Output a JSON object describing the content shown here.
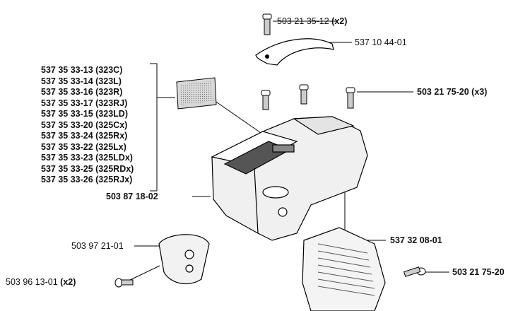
{
  "labels": {
    "screw_top": {
      "number": "503 21 35-12",
      "qty": "(x2)"
    },
    "bracket": {
      "number": "537 10 44-01"
    },
    "screws_right": {
      "number": "503 21 75-20",
      "qty": "(x3)"
    },
    "cover": {
      "number": "503 87 18-02"
    },
    "shroud": {
      "number": "537 32 08-01"
    },
    "cup": {
      "number": "503 97 21-01"
    },
    "screw_bottom_left": {
      "number": "503 96 13-01",
      "qty": "(x2)"
    },
    "screw_bottom_right": {
      "number": "503 21 75-20"
    }
  },
  "decal_parts": [
    "537 35 33-13 (323C)",
    "537 35 33-14 (323L)",
    "537 35 33-16 (323R)",
    "537 35 33-17 (323RJ)",
    "537 35 33-15 (323LD)",
    "537 35 33-20 (325Cx)",
    "537 35 33-24 (325Rx)",
    "537 35 33-22 (325Lx)",
    "537 35 33-23 (325LDx)",
    "537 35 33-25 (325RDx)",
    "537 35 33-26 (325RJx)"
  ]
}
